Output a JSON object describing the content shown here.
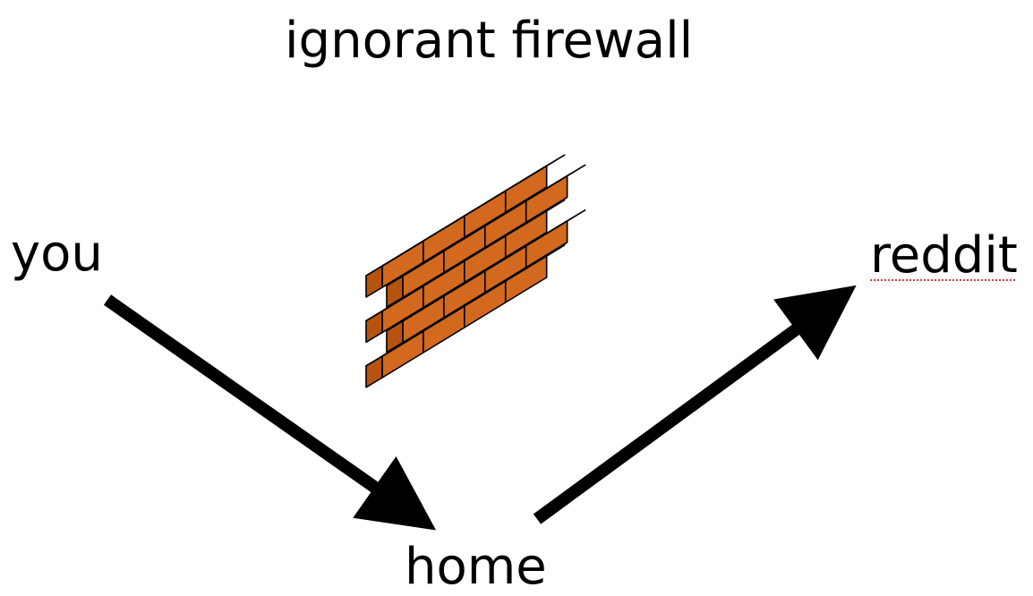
{
  "title": "ignorant firewall",
  "nodes": {
    "you": "you",
    "home": "home",
    "reddit": "reddit"
  },
  "icons": {
    "wall": "brick-wall-icon"
  },
  "colors": {
    "brick_front": "#d2691e",
    "brick_top": "#e98a3c",
    "brick_side": "#b5530f",
    "outline": "#000000",
    "arrow": "#000000",
    "spellcheck_underline": "#d04040"
  }
}
